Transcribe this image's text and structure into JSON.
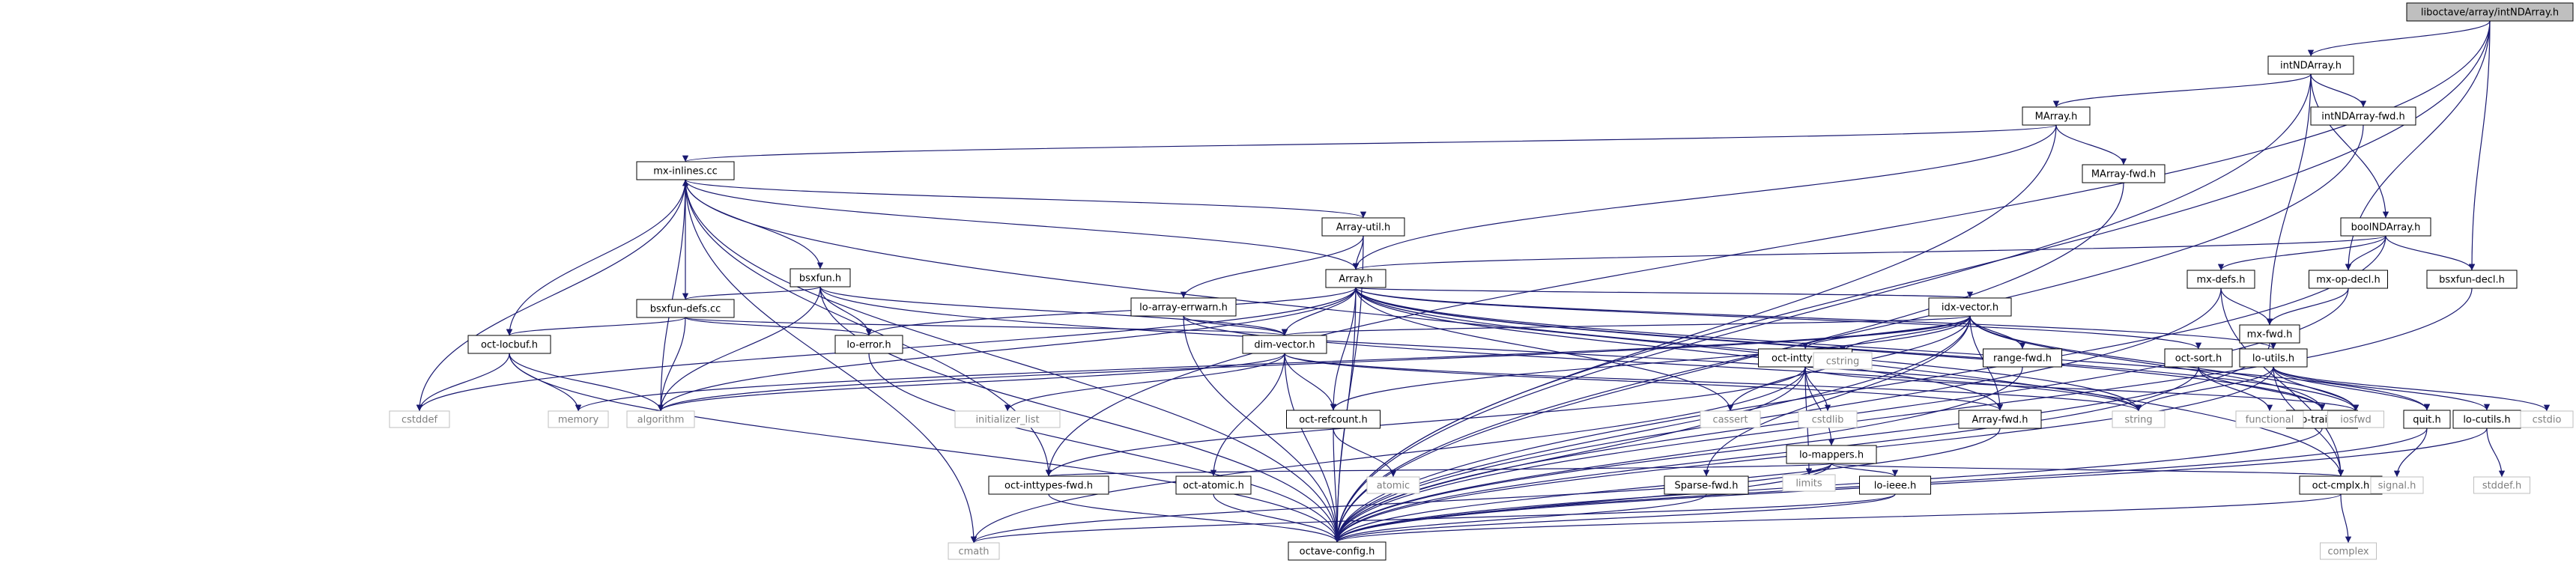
{
  "diagram_title": "",
  "colors": {
    "edge": "#191970",
    "root_fill": "#bfbfbf",
    "root_border": "#000000",
    "node_fill": "#ffffff",
    "node_border": "#000000",
    "system_border": "#bfbfbf",
    "system_text": "#808080",
    "text": "#000000"
  },
  "nodes": [
    {
      "id": "root",
      "label": "liboctave/array/intNDArray.h",
      "kind": "root"
    },
    {
      "id": "intNDArray",
      "label": "intNDArray.h",
      "kind": "file"
    },
    {
      "id": "MArray",
      "label": "MArray.h",
      "kind": "file"
    },
    {
      "id": "intNDArrayFwd",
      "label": "intNDArray-fwd.h",
      "kind": "file"
    },
    {
      "id": "mxinlines",
      "label": "mx-inlines.cc",
      "kind": "file"
    },
    {
      "id": "MArrayFwd",
      "label": "MArray-fwd.h",
      "kind": "file"
    },
    {
      "id": "boolNDArray",
      "label": "boolNDArray.h",
      "kind": "file"
    },
    {
      "id": "ArrayUtil",
      "label": "Array-util.h",
      "kind": "file"
    },
    {
      "id": "Array",
      "label": "Array.h",
      "kind": "file"
    },
    {
      "id": "mxdefs",
      "label": "mx-defs.h",
      "kind": "file"
    },
    {
      "id": "mxopdecl",
      "label": "mx-op-decl.h",
      "kind": "file"
    },
    {
      "id": "bsxfundecl",
      "label": "bsxfun-decl.h",
      "kind": "file"
    },
    {
      "id": "bsxfun",
      "label": "bsxfun.h",
      "kind": "file"
    },
    {
      "id": "bsxfundefs",
      "label": "bsxfun-defs.cc",
      "kind": "file"
    },
    {
      "id": "loarrayerrwarn",
      "label": "lo-array-errwarn.h",
      "kind": "file"
    },
    {
      "id": "idxvector",
      "label": "idx-vector.h",
      "kind": "file"
    },
    {
      "id": "mxfwd",
      "label": "mx-fwd.h",
      "kind": "file"
    },
    {
      "id": "octlocbuf",
      "label": "oct-locbuf.h",
      "kind": "file"
    },
    {
      "id": "loerror",
      "label": "lo-error.h",
      "kind": "file"
    },
    {
      "id": "dimvector",
      "label": "dim-vector.h",
      "kind": "file"
    },
    {
      "id": "octinttypes",
      "label": "oct-inttypes.h",
      "kind": "file"
    },
    {
      "id": "rangefwd",
      "label": "range-fwd.h",
      "kind": "file"
    },
    {
      "id": "octsort",
      "label": "oct-sort.h",
      "kind": "file"
    },
    {
      "id": "loutils",
      "label": "lo-utils.h",
      "kind": "file"
    },
    {
      "id": "cstddef",
      "label": "cstddef",
      "kind": "system"
    },
    {
      "id": "memory",
      "label": "memory",
      "kind": "system"
    },
    {
      "id": "algorithm",
      "label": "algorithm",
      "kind": "system"
    },
    {
      "id": "initializer_list",
      "label": "initializer_list",
      "kind": "system"
    },
    {
      "id": "cstdlib",
      "label": "cstdlib",
      "kind": "system"
    },
    {
      "id": "cstring",
      "label": "cstring",
      "kind": "system"
    },
    {
      "id": "cassert",
      "label": "cassert",
      "kind": "system"
    },
    {
      "id": "ArrayFwd",
      "label": "Array-fwd.h",
      "kind": "file"
    },
    {
      "id": "string",
      "label": "string",
      "kind": "system"
    },
    {
      "id": "lotraits",
      "label": "lo-traits.h",
      "kind": "file"
    },
    {
      "id": "functional",
      "label": "functional",
      "kind": "system"
    },
    {
      "id": "iosfwd",
      "label": "iosfwd",
      "kind": "system"
    },
    {
      "id": "quit",
      "label": "quit.h",
      "kind": "file"
    },
    {
      "id": "locutils",
      "label": "lo-cutils.h",
      "kind": "file"
    },
    {
      "id": "cstdio",
      "label": "cstdio",
      "kind": "system"
    },
    {
      "id": "octrefcount",
      "label": "oct-refcount.h",
      "kind": "file"
    },
    {
      "id": "lomappers",
      "label": "lo-mappers.h",
      "kind": "file"
    },
    {
      "id": "limits",
      "label": "limits",
      "kind": "system"
    },
    {
      "id": "SparseFwd",
      "label": "Sparse-fwd.h",
      "kind": "file"
    },
    {
      "id": "loieee",
      "label": "lo-ieee.h",
      "kind": "file"
    },
    {
      "id": "octinttypesfwd",
      "label": "oct-inttypes-fwd.h",
      "kind": "file"
    },
    {
      "id": "octatomic",
      "label": "oct-atomic.h",
      "kind": "file"
    },
    {
      "id": "atomic",
      "label": "atomic",
      "kind": "system"
    },
    {
      "id": "octcmplx",
      "label": "oct-cmplx.h",
      "kind": "file"
    },
    {
      "id": "signal",
      "label": "signal.h",
      "kind": "system"
    },
    {
      "id": "stddef",
      "label": "stddef.h",
      "kind": "system"
    },
    {
      "id": "octaveconfig",
      "label": "octave-config.h",
      "kind": "file"
    },
    {
      "id": "cmath",
      "label": "cmath",
      "kind": "system"
    },
    {
      "id": "complex",
      "label": "complex",
      "kind": "system"
    }
  ],
  "edges": [
    [
      "root",
      "intNDArray"
    ],
    [
      "root",
      "mxopdecl"
    ],
    [
      "root",
      "bsxfundecl"
    ],
    [
      "root",
      "octinttypesfwd"
    ],
    [
      "root",
      "octaveconfig"
    ],
    [
      "intNDArray",
      "MArray"
    ],
    [
      "intNDArray",
      "intNDArrayFwd"
    ],
    [
      "intNDArray",
      "boolNDArray"
    ],
    [
      "intNDArray",
      "mxfwd"
    ],
    [
      "intNDArray",
      "octaveconfig"
    ],
    [
      "MArray",
      "mxinlines"
    ],
    [
      "MArray",
      "MArrayFwd"
    ],
    [
      "MArray",
      "Array"
    ],
    [
      "MArray",
      "octaveconfig"
    ],
    [
      "intNDArrayFwd",
      "octaveconfig"
    ],
    [
      "MArrayFwd",
      "octaveconfig"
    ],
    [
      "mxinlines",
      "ArrayUtil"
    ],
    [
      "mxinlines",
      "Array"
    ],
    [
      "mxinlines",
      "bsxfun"
    ],
    [
      "mxinlines",
      "octlocbuf"
    ],
    [
      "mxinlines",
      "cstddef"
    ],
    [
      "mxinlines",
      "algorithm"
    ],
    [
      "mxinlines",
      "octcmplx"
    ],
    [
      "mxinlines",
      "octinttypesfwd"
    ],
    [
      "mxinlines",
      "cmath"
    ],
    [
      "mxinlines",
      "octaveconfig"
    ],
    [
      "boolNDArray",
      "Array"
    ],
    [
      "boolNDArray",
      "mxdefs"
    ],
    [
      "boolNDArray",
      "mxopdecl"
    ],
    [
      "boolNDArray",
      "bsxfundecl"
    ],
    [
      "boolNDArray",
      "octaveconfig"
    ],
    [
      "ArrayUtil",
      "Array"
    ],
    [
      "ArrayUtil",
      "loarrayerrwarn"
    ],
    [
      "ArrayUtil",
      "octaveconfig"
    ],
    [
      "Array",
      "idxvector"
    ],
    [
      "Array",
      "dimvector"
    ],
    [
      "Array",
      "octsort"
    ],
    [
      "Array",
      "loutils"
    ],
    [
      "Array",
      "loerror"
    ],
    [
      "Array",
      "quit"
    ],
    [
      "Array",
      "ArrayFwd"
    ],
    [
      "Array",
      "lotraits"
    ],
    [
      "Array",
      "octrefcount"
    ],
    [
      "Array",
      "cstddef"
    ],
    [
      "Array",
      "algorithm"
    ],
    [
      "Array",
      "cassert"
    ],
    [
      "Array",
      "string"
    ],
    [
      "Array",
      "iosfwd"
    ],
    [
      "Array",
      "octaveconfig"
    ],
    [
      "mxdefs",
      "mxfwd"
    ],
    [
      "mxdefs",
      "octcmplx"
    ],
    [
      "mxdefs",
      "octaveconfig"
    ],
    [
      "mxopdecl",
      "mxfwd"
    ],
    [
      "mxopdecl",
      "octaveconfig"
    ],
    [
      "bsxfundecl",
      "octaveconfig"
    ],
    [
      "mxfwd",
      "octaveconfig"
    ],
    [
      "bsxfun",
      "bsxfundefs"
    ],
    [
      "bsxfun",
      "dimvector"
    ],
    [
      "bsxfun",
      "loerror"
    ],
    [
      "bsxfun",
      "algorithm"
    ],
    [
      "bsxfun",
      "string"
    ],
    [
      "bsxfun",
      "octaveconfig"
    ],
    [
      "bsxfundefs",
      "mxinlines"
    ],
    [
      "bsxfundefs",
      "dimvector"
    ],
    [
      "bsxfundefs",
      "octlocbuf"
    ],
    [
      "bsxfundefs",
      "loerror"
    ],
    [
      "bsxfundefs",
      "algorithm"
    ],
    [
      "loarrayerrwarn",
      "dimvector"
    ],
    [
      "loarrayerrwarn",
      "octaveconfig"
    ],
    [
      "loarrayerrwarn",
      "string"
    ],
    [
      "idxvector",
      "dimvector"
    ],
    [
      "idxvector",
      "octinttypes"
    ],
    [
      "idxvector",
      "rangefwd"
    ],
    [
      "idxvector",
      "octrefcount"
    ],
    [
      "idxvector",
      "lotraits"
    ],
    [
      "idxvector",
      "memory"
    ],
    [
      "idxvector",
      "algorithm"
    ],
    [
      "idxvector",
      "cstring"
    ],
    [
      "idxvector",
      "cassert"
    ],
    [
      "idxvector",
      "iosfwd"
    ],
    [
      "idxvector",
      "SparseFwd"
    ],
    [
      "idxvector",
      "ArrayFwd"
    ],
    [
      "idxvector",
      "octaveconfig"
    ],
    [
      "octlocbuf",
      "cstddef"
    ],
    [
      "octlocbuf",
      "memory"
    ],
    [
      "octlocbuf",
      "algorithm"
    ],
    [
      "octlocbuf",
      "octaveconfig"
    ],
    [
      "loerror",
      "octaveconfig"
    ],
    [
      "dimvector",
      "algorithm"
    ],
    [
      "dimvector",
      "initializer_list"
    ],
    [
      "dimvector",
      "string"
    ],
    [
      "dimvector",
      "octatomic"
    ],
    [
      "dimvector",
      "octrefcount"
    ],
    [
      "dimvector",
      "ArrayFwd"
    ],
    [
      "dimvector",
      "octaveconfig"
    ],
    [
      "octinttypes",
      "cstdlib"
    ],
    [
      "octinttypes",
      "limits"
    ],
    [
      "octinttypes",
      "iosfwd"
    ],
    [
      "octinttypes",
      "lomappers"
    ],
    [
      "octinttypes",
      "octinttypesfwd"
    ],
    [
      "octinttypes",
      "octaveconfig"
    ],
    [
      "octinttypes",
      "cmath"
    ],
    [
      "rangefwd",
      "octaveconfig"
    ],
    [
      "octsort",
      "functional"
    ],
    [
      "octsort",
      "lotraits"
    ],
    [
      "octsort",
      "octaveconfig"
    ],
    [
      "loutils",
      "cstdio"
    ],
    [
      "loutils",
      "iosfwd"
    ],
    [
      "loutils",
      "string"
    ],
    [
      "loutils",
      "locutils"
    ],
    [
      "loutils",
      "octcmplx"
    ],
    [
      "loutils",
      "quit"
    ],
    [
      "loutils",
      "octaveconfig"
    ],
    [
      "ArrayFwd",
      "octaveconfig"
    ],
    [
      "lotraits",
      "octaveconfig"
    ],
    [
      "quit",
      "signal"
    ],
    [
      "quit",
      "octaveconfig"
    ],
    [
      "locutils",
      "stddef"
    ],
    [
      "locutils",
      "octaveconfig"
    ],
    [
      "octrefcount",
      "atomic"
    ],
    [
      "octrefcount",
      "octaveconfig"
    ],
    [
      "lomappers",
      "cmath"
    ],
    [
      "lomappers",
      "limits"
    ],
    [
      "lomappers",
      "loieee"
    ],
    [
      "lomappers",
      "octcmplx"
    ],
    [
      "lomappers",
      "octinttypesfwd"
    ],
    [
      "lomappers",
      "octaveconfig"
    ],
    [
      "SparseFwd",
      "octaveconfig"
    ],
    [
      "loieee",
      "octaveconfig"
    ],
    [
      "loieee",
      "cmath"
    ],
    [
      "octinttypesfwd",
      "octaveconfig"
    ],
    [
      "octatomic",
      "octaveconfig"
    ],
    [
      "octcmplx",
      "complex"
    ],
    [
      "octcmplx",
      "octaveconfig"
    ]
  ]
}
